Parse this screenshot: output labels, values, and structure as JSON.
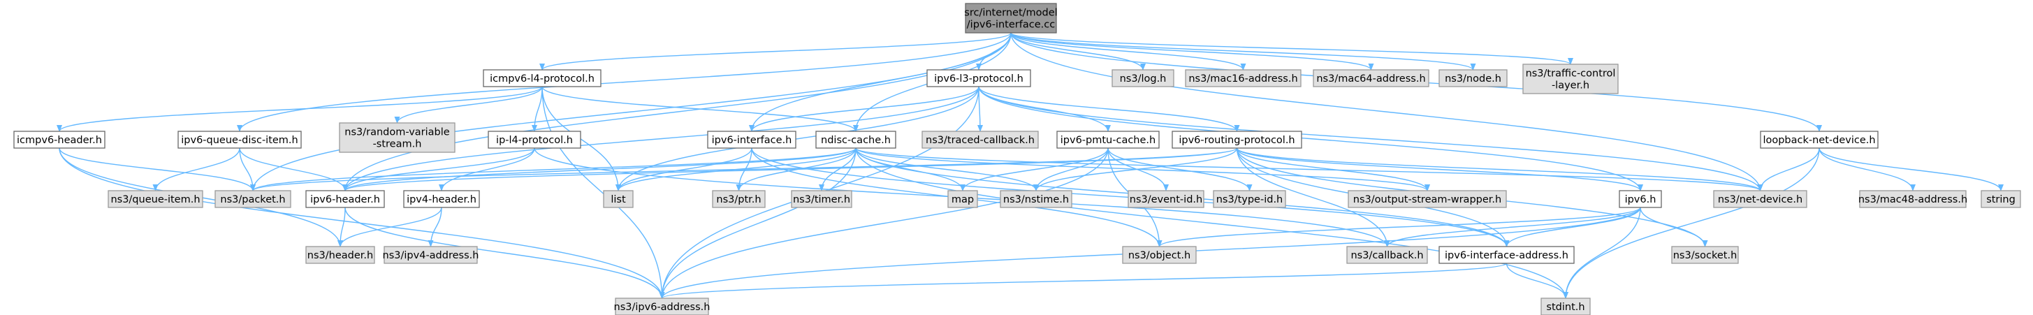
{
  "colors": {
    "edge": "#63b8ff",
    "root_fill": "#999999",
    "local_fill": "#ffffff",
    "system_fill": "#e0e0e0",
    "border": "#666666"
  },
  "nodes": [
    {
      "id": "root",
      "kind": "root",
      "lines": [
        "src/internet/model",
        "/ipv6-interface.cc"
      ]
    },
    {
      "id": "icmpv6l4",
      "kind": "local",
      "lines": [
        "icmpv6-l4-protocol.h"
      ]
    },
    {
      "id": "ipv6l3",
      "kind": "local",
      "lines": [
        "ipv6-l3-protocol.h"
      ]
    },
    {
      "id": "log",
      "kind": "system",
      "lines": [
        "ns3/log.h"
      ]
    },
    {
      "id": "mac16",
      "kind": "system",
      "lines": [
        "ns3/mac16-address.h"
      ]
    },
    {
      "id": "mac64",
      "kind": "system",
      "lines": [
        "ns3/mac64-address.h"
      ]
    },
    {
      "id": "node",
      "kind": "system",
      "lines": [
        "ns3/node.h"
      ]
    },
    {
      "id": "tcl",
      "kind": "system",
      "lines": [
        "ns3/traffic-control",
        "-layer.h"
      ]
    },
    {
      "id": "icmpv6hdr",
      "kind": "local",
      "lines": [
        "icmpv6-header.h"
      ]
    },
    {
      "id": "qdisc",
      "kind": "local",
      "lines": [
        "ipv6-queue-disc-item.h"
      ]
    },
    {
      "id": "rvs",
      "kind": "system",
      "lines": [
        "ns3/random-variable",
        "-stream.h"
      ]
    },
    {
      "id": "ipl4",
      "kind": "local",
      "lines": [
        "ip-l4-protocol.h"
      ]
    },
    {
      "id": "ipv6iface",
      "kind": "local",
      "lines": [
        "ipv6-interface.h"
      ]
    },
    {
      "id": "ndisc",
      "kind": "local",
      "lines": [
        "ndisc-cache.h"
      ]
    },
    {
      "id": "tracedcb",
      "kind": "system",
      "lines": [
        "ns3/traced-callback.h"
      ]
    },
    {
      "id": "pmtu",
      "kind": "local",
      "lines": [
        "ipv6-pmtu-cache.h"
      ]
    },
    {
      "id": "routing",
      "kind": "local",
      "lines": [
        "ipv6-routing-protocol.h"
      ]
    },
    {
      "id": "loopback",
      "kind": "local",
      "lines": [
        "loopback-net-device.h"
      ]
    },
    {
      "id": "queueitem",
      "kind": "system",
      "lines": [
        "ns3/queue-item.h"
      ]
    },
    {
      "id": "packet",
      "kind": "system",
      "lines": [
        "ns3/packet.h"
      ]
    },
    {
      "id": "ipv6hdr",
      "kind": "local",
      "lines": [
        "ipv6-header.h"
      ]
    },
    {
      "id": "list",
      "kind": "system",
      "lines": [
        "list"
      ]
    },
    {
      "id": "ipv4hdr",
      "kind": "local",
      "lines": [
        "ipv4-header.h"
      ]
    },
    {
      "id": "ptr",
      "kind": "system",
      "lines": [
        "ns3/ptr.h"
      ]
    },
    {
      "id": "timer",
      "kind": "system",
      "lines": [
        "ns3/timer.h"
      ]
    },
    {
      "id": "map",
      "kind": "system",
      "lines": [
        "map"
      ]
    },
    {
      "id": "nstime",
      "kind": "system",
      "lines": [
        "ns3/nstime.h"
      ]
    },
    {
      "id": "eventid",
      "kind": "system",
      "lines": [
        "ns3/event-id.h"
      ]
    },
    {
      "id": "typeid",
      "kind": "system",
      "lines": [
        "ns3/type-id.h"
      ]
    },
    {
      "id": "osw",
      "kind": "system",
      "lines": [
        "ns3/output-stream-wrapper.h"
      ]
    },
    {
      "id": "ipv6",
      "kind": "local",
      "lines": [
        "ipv6.h"
      ]
    },
    {
      "id": "netdevice",
      "kind": "system",
      "lines": [
        "ns3/net-device.h"
      ]
    },
    {
      "id": "mac48",
      "kind": "system",
      "lines": [
        "ns3/mac48-address.h"
      ]
    },
    {
      "id": "string",
      "kind": "system",
      "lines": [
        "string"
      ]
    },
    {
      "id": "header",
      "kind": "system",
      "lines": [
        "ns3/header.h"
      ]
    },
    {
      "id": "ipv4addr",
      "kind": "system",
      "lines": [
        "ns3/ipv4-address.h"
      ]
    },
    {
      "id": "object",
      "kind": "system",
      "lines": [
        "ns3/object.h"
      ]
    },
    {
      "id": "callback",
      "kind": "system",
      "lines": [
        "ns3/callback.h"
      ]
    },
    {
      "id": "ifaceaddr",
      "kind": "local",
      "lines": [
        "ipv6-interface-address.h"
      ]
    },
    {
      "id": "socket",
      "kind": "system",
      "lines": [
        "ns3/socket.h"
      ]
    },
    {
      "id": "ipv6addr",
      "kind": "system",
      "lines": [
        "ns3/ipv6-address.h"
      ]
    },
    {
      "id": "stdint",
      "kind": "system",
      "lines": [
        "stdint.h"
      ]
    }
  ],
  "edges": [
    [
      "root",
      "icmpv6l4"
    ],
    [
      "root",
      "ipv6l3"
    ],
    [
      "root",
      "log"
    ],
    [
      "root",
      "mac16"
    ],
    [
      "root",
      "mac64"
    ],
    [
      "root",
      "node"
    ],
    [
      "root",
      "tcl"
    ],
    [
      "root",
      "qdisc"
    ],
    [
      "root",
      "packet"
    ],
    [
      "root",
      "ipv6hdr"
    ],
    [
      "root",
      "ipv6iface"
    ],
    [
      "root",
      "ndisc"
    ],
    [
      "root",
      "loopback"
    ],
    [
      "root",
      "netdevice"
    ],
    [
      "icmpv6l4",
      "icmpv6hdr"
    ],
    [
      "icmpv6l4",
      "rvs"
    ],
    [
      "icmpv6l4",
      "ipl4"
    ],
    [
      "icmpv6l4",
      "ndisc"
    ],
    [
      "icmpv6l4",
      "list"
    ],
    [
      "icmpv6l4",
      "ipv6addr"
    ],
    [
      "icmpv6hdr",
      "packet"
    ],
    [
      "icmpv6hdr",
      "header"
    ],
    [
      "icmpv6hdr",
      "ipv6addr"
    ],
    [
      "qdisc",
      "queueitem"
    ],
    [
      "qdisc",
      "packet"
    ],
    [
      "qdisc",
      "ipv6hdr"
    ],
    [
      "ipl4",
      "ipv6hdr"
    ],
    [
      "ipl4",
      "ipv4hdr"
    ],
    [
      "ipl4",
      "callback"
    ],
    [
      "ipv6hdr",
      "header"
    ],
    [
      "ipv6hdr",
      "ipv6addr"
    ],
    [
      "ipv4hdr",
      "header"
    ],
    [
      "ipv4hdr",
      "ipv4addr"
    ],
    [
      "ipv6l3",
      "tracedcb"
    ],
    [
      "ipv6l3",
      "ipv6iface"
    ],
    [
      "ipv6l3",
      "pmtu"
    ],
    [
      "ipv6l3",
      "routing"
    ],
    [
      "ipv6l3",
      "ipv6"
    ],
    [
      "ipv6l3",
      "list"
    ],
    [
      "ipv6l3",
      "ipv6addr"
    ],
    [
      "ipv6l3",
      "netdevice"
    ],
    [
      "ipv6l3",
      "ipv6hdr"
    ],
    [
      "ipv6iface",
      "list"
    ],
    [
      "ipv6iface",
      "ptr"
    ],
    [
      "ipv6iface",
      "object"
    ],
    [
      "ipv6iface",
      "ifaceaddr"
    ],
    [
      "ndisc",
      "packet"
    ],
    [
      "ndisc",
      "ipv6hdr"
    ],
    [
      "ndisc",
      "list"
    ],
    [
      "ndisc",
      "ptr"
    ],
    [
      "ndisc",
      "timer"
    ],
    [
      "ndisc",
      "map"
    ],
    [
      "ndisc",
      "nstime"
    ],
    [
      "ndisc",
      "osw"
    ],
    [
      "ndisc",
      "ipv6addr"
    ],
    [
      "ndisc",
      "netdevice"
    ],
    [
      "ndisc",
      "stdint"
    ],
    [
      "ndisc",
      "ifaceaddr"
    ],
    [
      "pmtu",
      "map"
    ],
    [
      "pmtu",
      "nstime"
    ],
    [
      "pmtu",
      "eventid"
    ],
    [
      "pmtu",
      "typeid"
    ],
    [
      "pmtu",
      "object"
    ],
    [
      "pmtu",
      "ipv6addr"
    ],
    [
      "routing",
      "ipv6hdr"
    ],
    [
      "routing",
      "nstime"
    ],
    [
      "routing",
      "osw"
    ],
    [
      "routing",
      "ipv6"
    ],
    [
      "routing",
      "netdevice"
    ],
    [
      "routing",
      "callback"
    ],
    [
      "routing",
      "ifaceaddr"
    ],
    [
      "routing",
      "socket"
    ],
    [
      "routing",
      "packet"
    ],
    [
      "ipv6",
      "object"
    ],
    [
      "ipv6",
      "callback"
    ],
    [
      "ipv6",
      "ifaceaddr"
    ],
    [
      "ipv6",
      "socket"
    ],
    [
      "ipv6",
      "ipv6addr"
    ],
    [
      "ipv6",
      "stdint"
    ],
    [
      "ifaceaddr",
      "ipv6addr"
    ],
    [
      "ifaceaddr",
      "stdint"
    ],
    [
      "loopback",
      "netdevice"
    ],
    [
      "loopback",
      "mac48"
    ],
    [
      "loopback",
      "string"
    ],
    [
      "loopback",
      "stdint"
    ]
  ]
}
